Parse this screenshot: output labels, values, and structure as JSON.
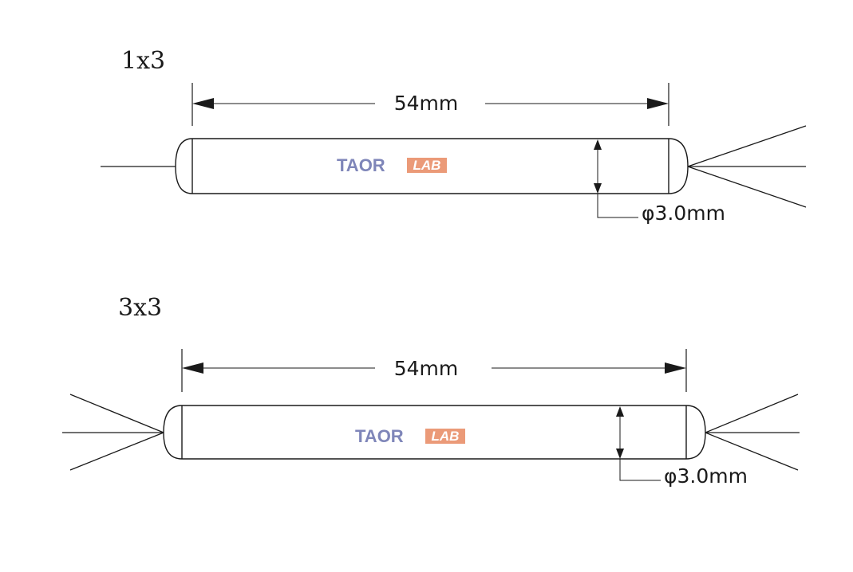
{
  "diagrams": [
    {
      "label": "1x3",
      "length_label": "54mm",
      "diameter_label": "φ3.0mm",
      "inputs": 1,
      "outputs": 3,
      "logo": {
        "text_main": "TAOR",
        "text_sub": "LAB"
      }
    },
    {
      "label": "3x3",
      "length_label": "54mm",
      "diameter_label": "φ3.0mm",
      "inputs": 3,
      "outputs": 3,
      "logo": {
        "text_main": "TAOR",
        "text_sub": "LAB"
      }
    }
  ],
  "colors": {
    "line": "#1a1a1a",
    "logo_main": "#7f86b9",
    "logo_sub_bg": "#eb9a78",
    "logo_sub_text": "#ffffff"
  }
}
